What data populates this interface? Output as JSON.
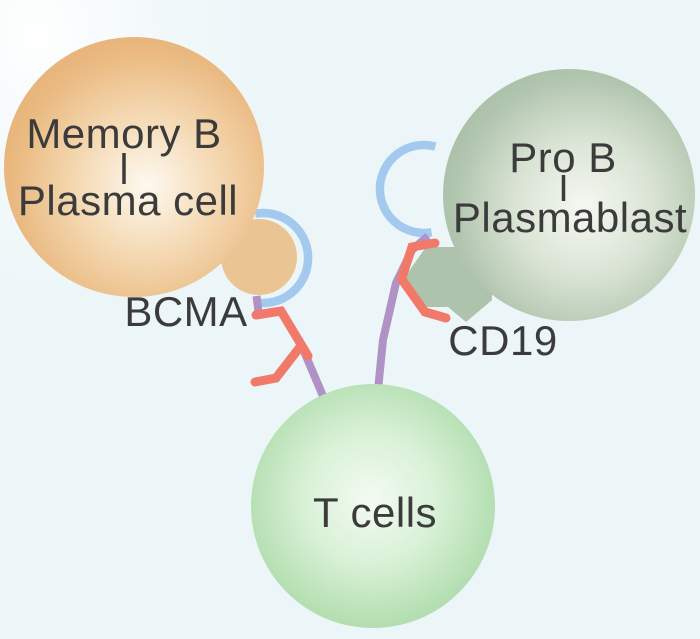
{
  "figure": {
    "background_color": "#ecf6f8",
    "label_text_color": "#3b3b3b",
    "cells": {
      "memory_b": {
        "label_line1": "Memory B",
        "label_line2": "Plasma cell",
        "color": "#e7b277"
      },
      "pro_b": {
        "label_line1": "Pro B",
        "label_line2": "Plasmablast",
        "color": "#a8bea5"
      },
      "t_cells": {
        "label": "T cells",
        "color": "#abdaaa"
      }
    },
    "antigens": {
      "bcma": {
        "label": "BCMA",
        "color": "#ebc494"
      },
      "cd19": {
        "label": "CD19",
        "color": "#aec3ab"
      }
    },
    "connectors": {
      "receptor_arc_color": "#a3c9ef",
      "antibody_arm_color": "#f0796a",
      "antibody_stem_color": "#b192c6"
    }
  }
}
